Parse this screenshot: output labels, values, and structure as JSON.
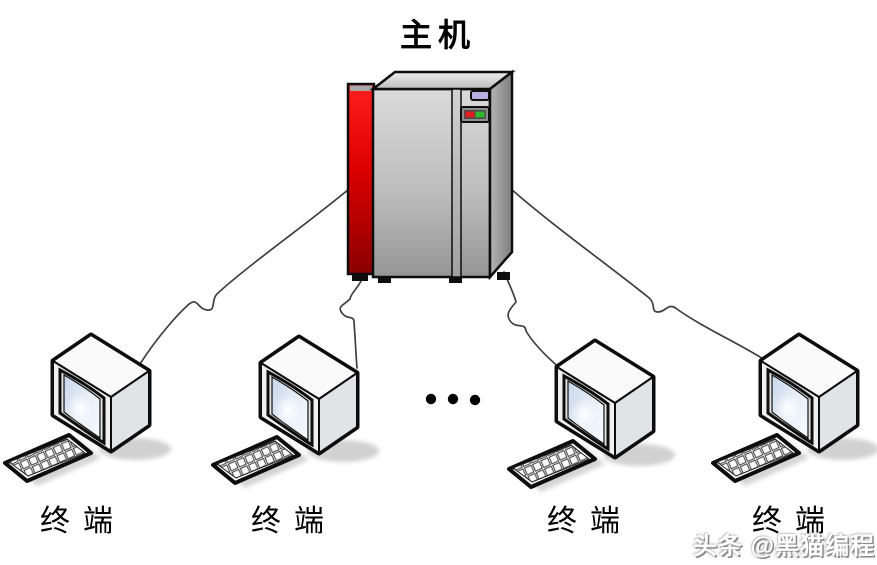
{
  "diagram": {
    "host": {
      "label": "主机",
      "kind": "mainframe-server"
    },
    "terminals": [
      {
        "label": "终端"
      },
      {
        "label": "终端"
      },
      {
        "label": "终端"
      },
      {
        "label": "终端"
      }
    ],
    "ellipsis": "●●●",
    "connections": [
      {
        "from": "host",
        "to": "terminal-1"
      },
      {
        "from": "host",
        "to": "terminal-2"
      },
      {
        "from": "host",
        "to": "terminal-3"
      },
      {
        "from": "host",
        "to": "terminal-4"
      }
    ],
    "colors": {
      "host_door_red": "#d40000",
      "led_red": "#e02020",
      "led_green": "#2eb82e",
      "slot_lavender": "#b9b0e2",
      "connector_line": "#3f3f3f",
      "screen_blue": "#d6e3f2"
    }
  },
  "watermark": {
    "text": "头条 @黑猫编程"
  }
}
